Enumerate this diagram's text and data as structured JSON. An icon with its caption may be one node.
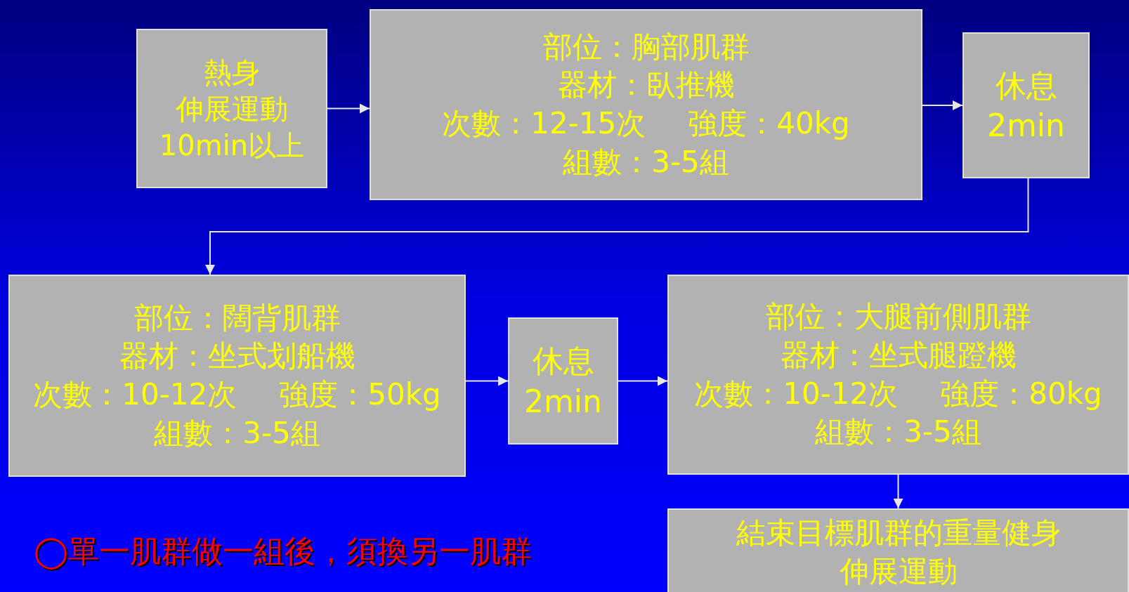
{
  "diagram": {
    "nodes": [
      {
        "text": [
          "熱身",
          "伸展運動",
          "10min以上"
        ]
      },
      {
        "text": [
          "部位：胸部肌群",
          "器材：臥推機",
          "次數：12-15次",
          "強度：40kg",
          "組數：3-5組"
        ]
      },
      {
        "text": [
          "休息",
          "2min"
        ]
      },
      {
        "text": [
          "部位：闊背肌群",
          "器材：坐式划船機",
          "次數：10-12次",
          "強度：50kg",
          "組數：3-5組"
        ]
      },
      {
        "text": [
          "休息",
          "2min"
        ]
      },
      {
        "text": [
          "部位：大腿前側肌群",
          "器材：坐式腿蹬機",
          "次數：10-12次",
          "強度：80kg",
          "組數：3-5組"
        ]
      },
      {
        "text": [
          "結束目標肌群的重量健身",
          "伸展運動"
        ]
      }
    ],
    "edges": [
      {
        "from": 0,
        "to": 1,
        "arrow": "to"
      },
      {
        "from": 1,
        "to": 2,
        "arrow": "to"
      },
      {
        "from": 2,
        "to": 3,
        "arrow": "to"
      },
      {
        "from": 3,
        "to": 4,
        "arrow": "to"
      },
      {
        "from": 4,
        "to": 5,
        "arrow": "to"
      },
      {
        "from": 5,
        "to": 6,
        "arrow": "to"
      }
    ],
    "labels": [
      "◯單一肌群做一組後，須換另一肌群"
    ]
  }
}
